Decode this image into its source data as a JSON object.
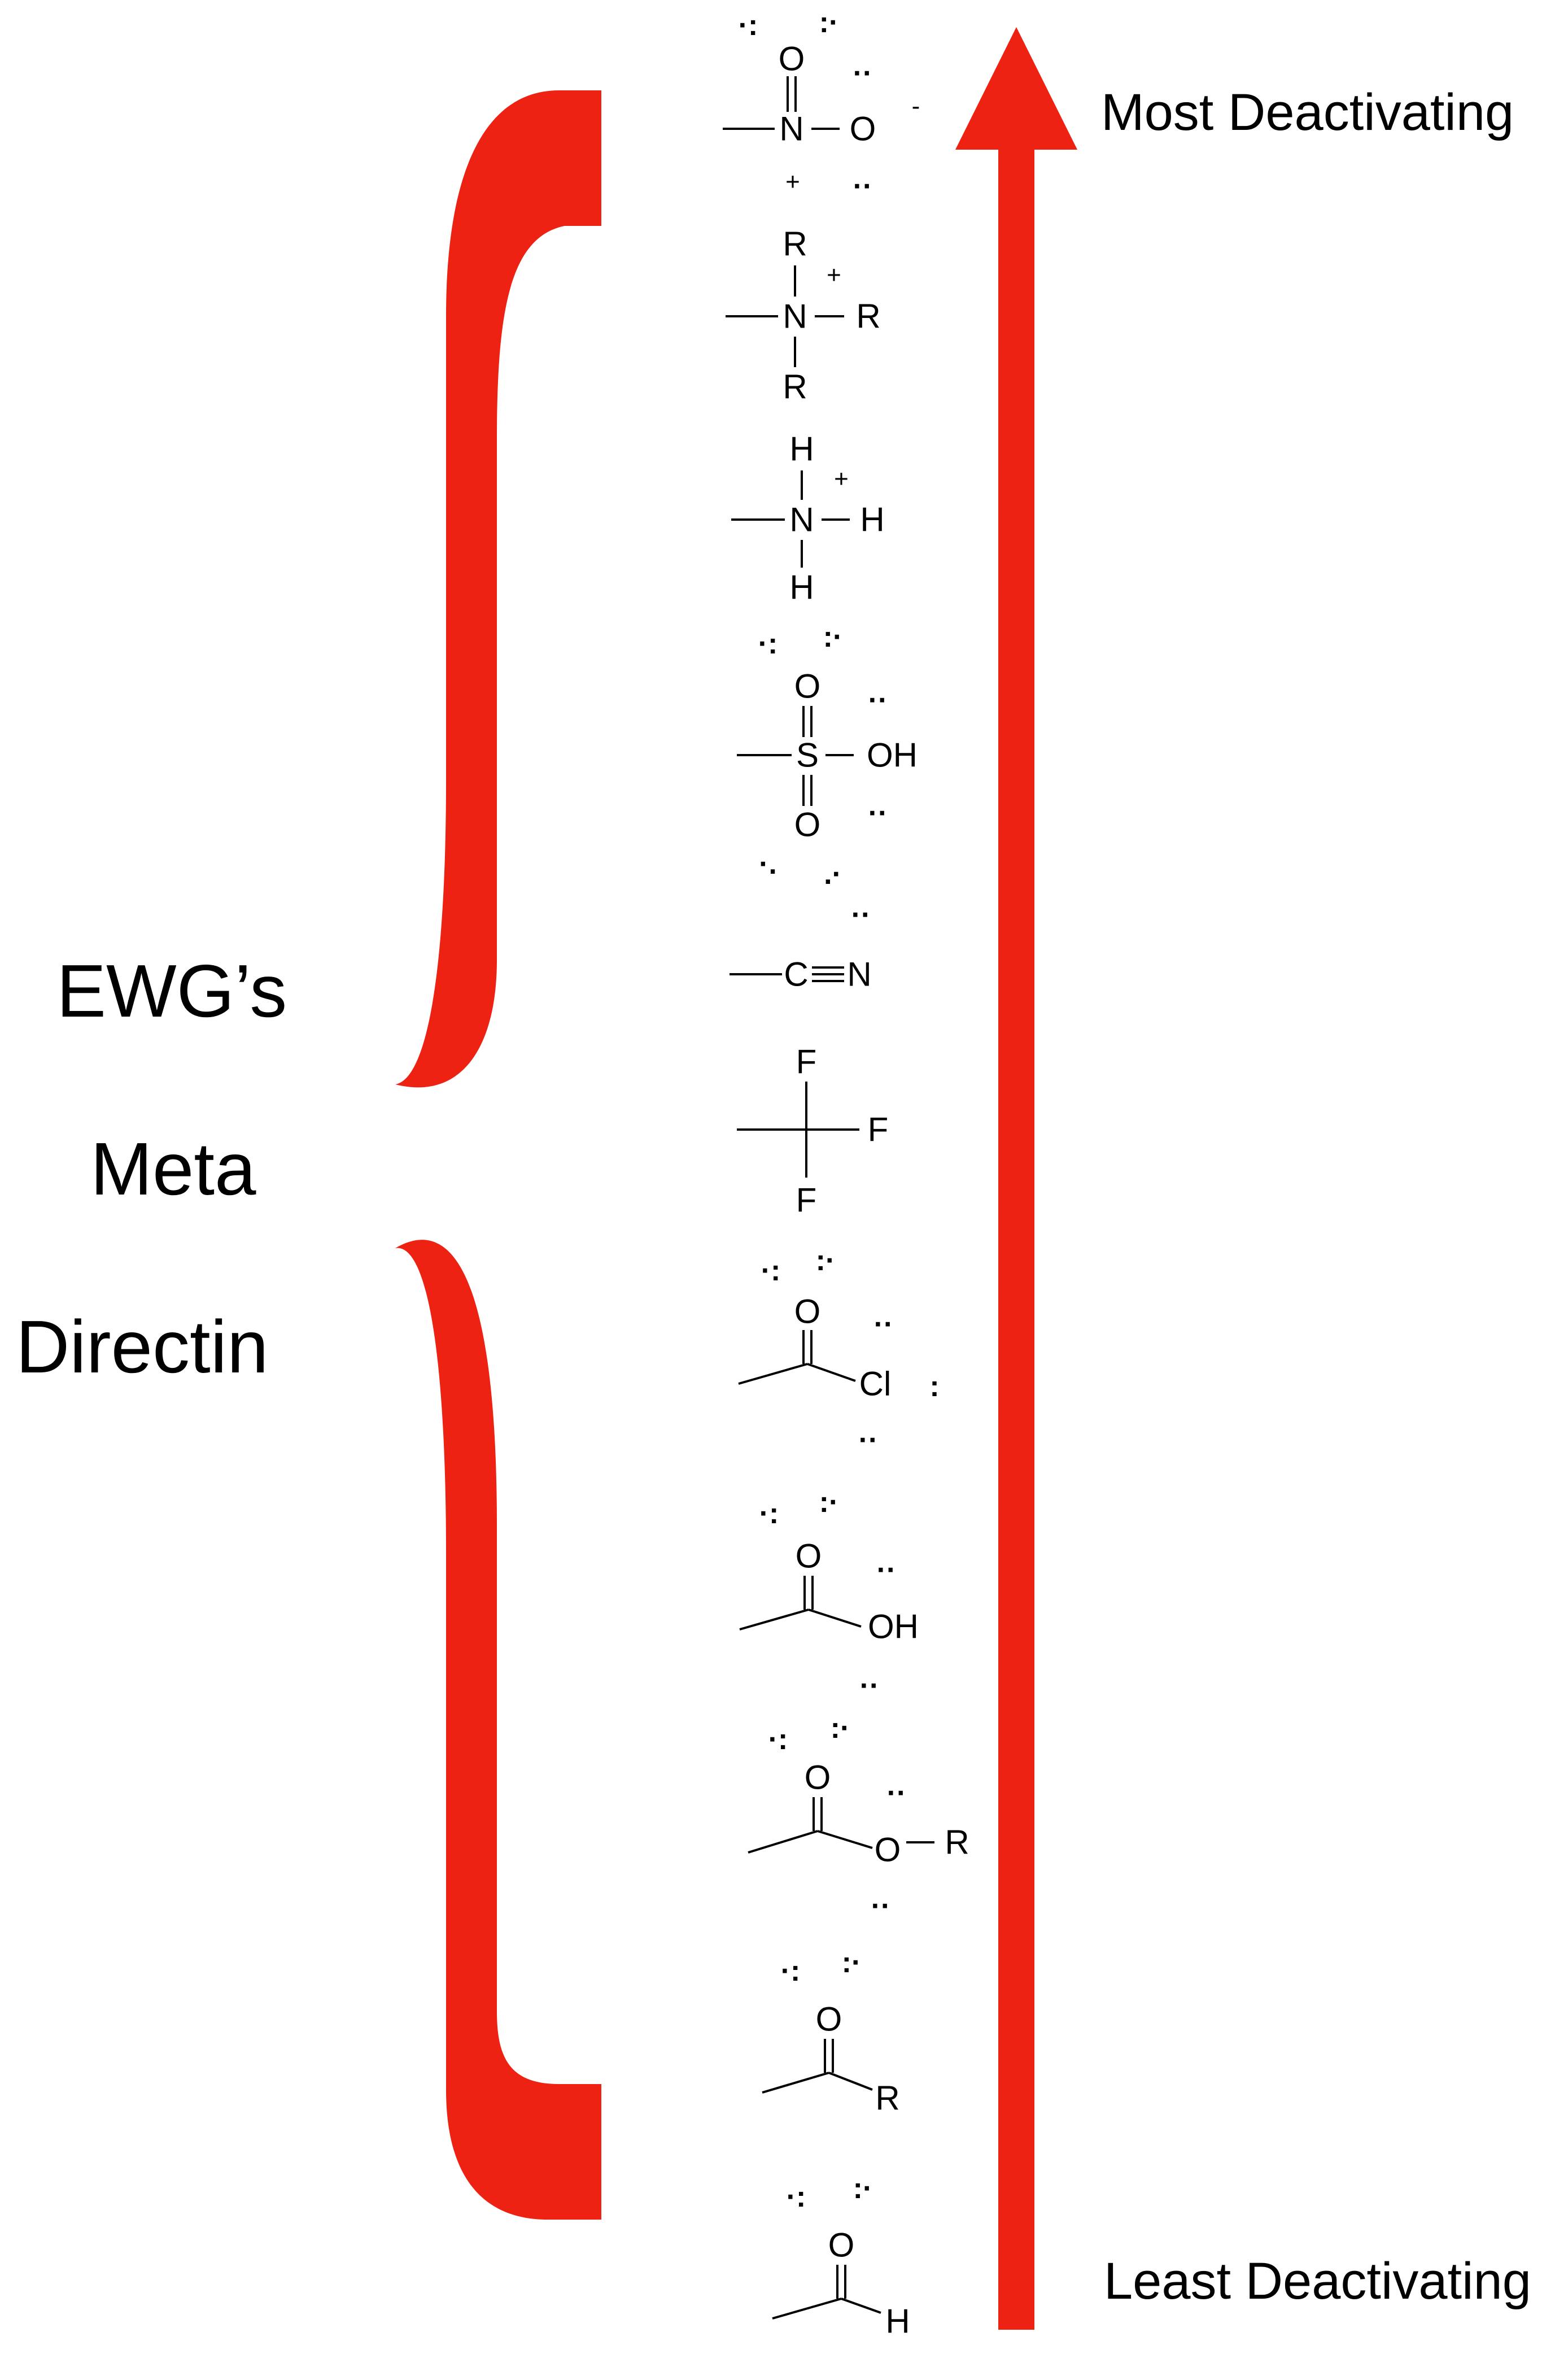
{
  "left_label": {
    "line1": "EWG’s",
    "line2": "Meta",
    "line3": "Directin"
  },
  "arrow": {
    "top_label": "Most Deactivating",
    "bottom_label": "Least Deactivating",
    "color": "#ee2212"
  },
  "brace_color": "#ee2212",
  "groups": [
    {
      "id": "nitro",
      "atoms": [
        "O",
        "N",
        "O"
      ],
      "charges": [
        "+",
        "-"
      ]
    },
    {
      "id": "ammonium-r",
      "atoms": [
        "R",
        "N",
        "R",
        "R"
      ],
      "charges": [
        "+"
      ]
    },
    {
      "id": "ammonium-h",
      "atoms": [
        "H",
        "N",
        "H",
        "H"
      ],
      "charges": [
        "+"
      ]
    },
    {
      "id": "sulfonic-acid",
      "atoms": [
        "O",
        "S",
        "OH",
        "O"
      ]
    },
    {
      "id": "nitrile",
      "atoms": [
        "C",
        "N"
      ]
    },
    {
      "id": "trifluoromethyl",
      "atoms": [
        "F",
        "F",
        "F"
      ]
    },
    {
      "id": "acyl-chloride",
      "atoms": [
        "O",
        "Cl"
      ]
    },
    {
      "id": "carboxylic-acid",
      "atoms": [
        "O",
        "OH"
      ]
    },
    {
      "id": "ester",
      "atoms": [
        "O",
        "O",
        "R"
      ]
    },
    {
      "id": "ketone",
      "atoms": [
        "O",
        "R"
      ]
    },
    {
      "id": "aldehyde",
      "atoms": [
        "O",
        "H"
      ]
    }
  ]
}
